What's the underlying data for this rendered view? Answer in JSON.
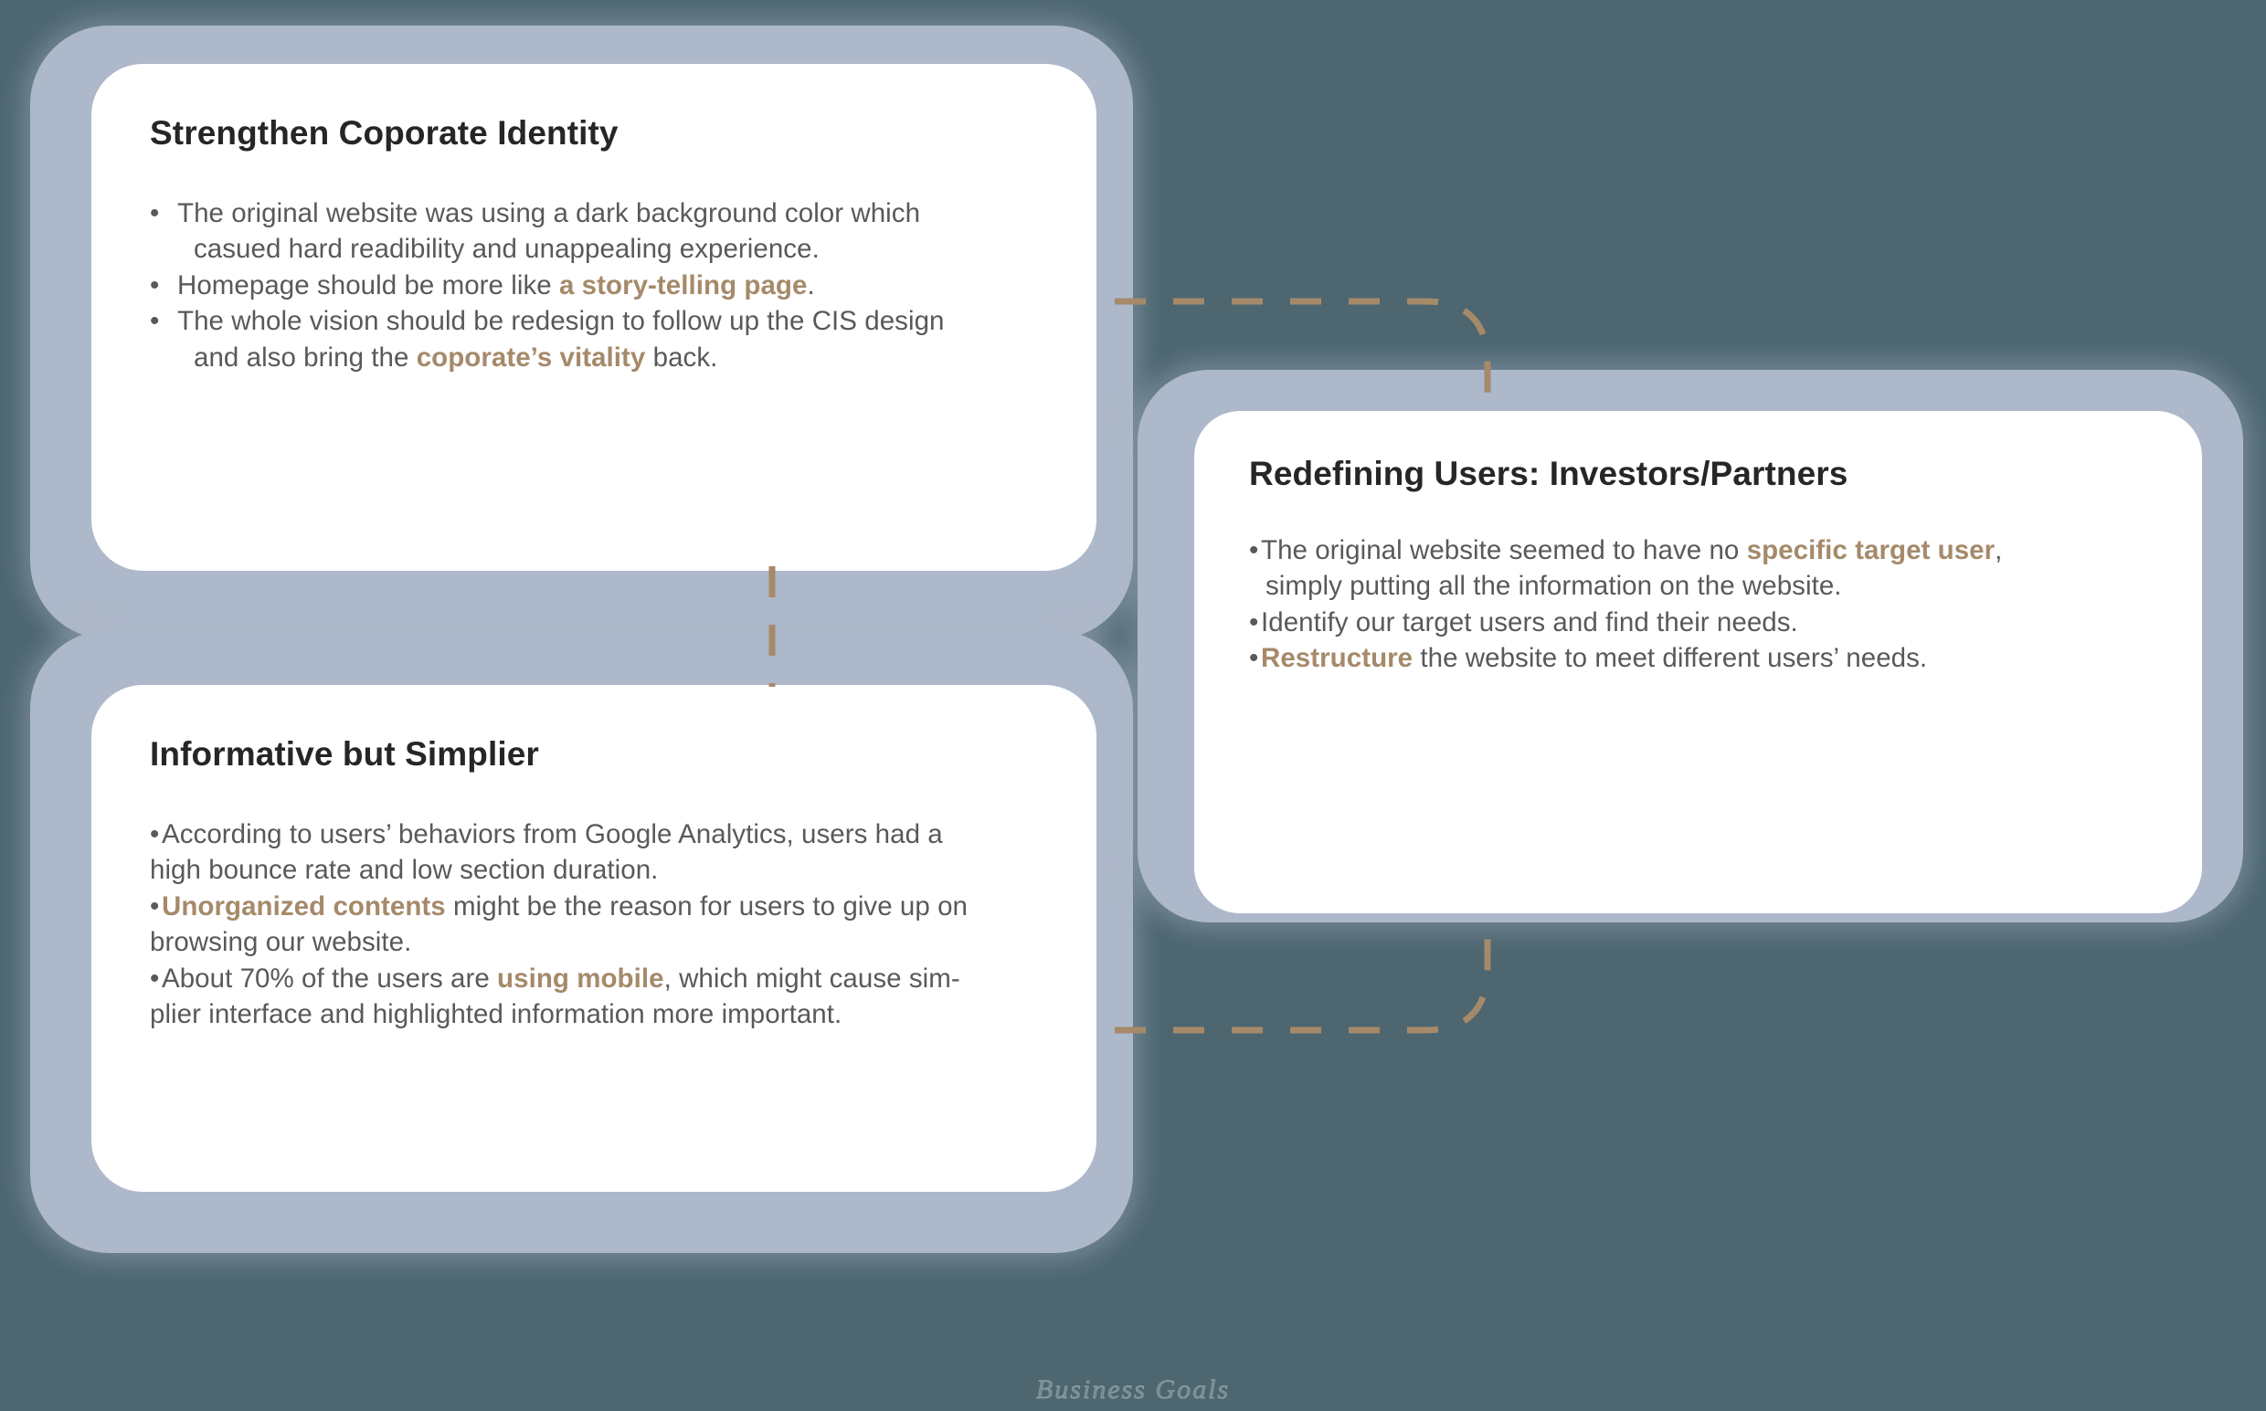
{
  "theme": {
    "background_color": "#4d6670",
    "frame_color": "#adb8ca",
    "card_color": "#ffffff",
    "accent_color": "#a58a6a",
    "title_color": "#262626",
    "body_color": "#595959"
  },
  "watermark": {
    "text": "Business Goals"
  },
  "cards": {
    "strengthen_identity": {
      "title": "Strengthen Coporate Identity",
      "bullets": [
        {
          "lines": [
            [
              {
                "t": "•",
                "style": "dot"
              },
              {
                "t": "The original website was using a dark background color which",
                "style": "plain"
              }
            ],
            [
              {
                "t": "casued hard readibility and unappealing experience.",
                "style": "plain"
              }
            ]
          ]
        },
        {
          "lines": [
            [
              {
                "t": "•",
                "style": "dot"
              },
              {
                "t": "Homepage should be more like ",
                "style": "plain"
              },
              {
                "t": "a story-telling page",
                "style": "highlight"
              },
              {
                "t": ".",
                "style": "plain"
              }
            ]
          ]
        },
        {
          "lines": [
            [
              {
                "t": "•",
                "style": "dot"
              },
              {
                "t": "The whole vision should be redesign to follow up the CIS design",
                "style": "plain"
              }
            ],
            [
              {
                "t": "and also bring the ",
                "style": "plain"
              },
              {
                "t": "coporate’s vitality",
                "style": "highlight"
              },
              {
                "t": " back.",
                "style": "plain"
              }
            ]
          ]
        }
      ]
    },
    "informative_simplier": {
      "title": "Informative but Simplier",
      "bullets": [
        {
          "lines": [
            [
              {
                "t": "•",
                "style": "dot"
              },
              {
                "t": "According to users’ behaviors from Google Analytics, users had a",
                "style": "plain"
              }
            ],
            [
              {
                "t": "high bounce rate and low section duration.",
                "style": "plain"
              }
            ]
          ]
        },
        {
          "lines": [
            [
              {
                "t": "•",
                "style": "dot"
              },
              {
                "t": "Unorganized contents",
                "style": "highlight"
              },
              {
                "t": " might be the reason for users to give up on",
                "style": "plain"
              }
            ],
            [
              {
                "t": "browsing our website.",
                "style": "plain"
              }
            ]
          ]
        },
        {
          "lines": [
            [
              {
                "t": "•",
                "style": "dot"
              },
              {
                "t": "About 70% of the users are ",
                "style": "plain"
              },
              {
                "t": "using mobile",
                "style": "highlight"
              },
              {
                "t": ", which might cause sim-",
                "style": "plain"
              }
            ],
            [
              {
                "t": "plier interface and highlighted information more important.",
                "style": "plain"
              }
            ]
          ]
        }
      ]
    },
    "redefining_users": {
      "title": "Redefining Users: Investors/Partners",
      "bullets": [
        {
          "lines": [
            [
              {
                "t": "•",
                "style": "dot"
              },
              {
                "t": "The original website seemed to have no ",
                "style": "plain"
              },
              {
                "t": "specific target user",
                "style": "highlight"
              },
              {
                "t": ",",
                "style": "plain"
              }
            ],
            [
              {
                "t": "simply putting all the information on the website.",
                "style": "plain"
              }
            ]
          ]
        },
        {
          "lines": [
            [
              {
                "t": "•",
                "style": "dot"
              },
              {
                "t": "Identify our target users and find their needs.",
                "style": "plain"
              }
            ]
          ]
        },
        {
          "lines": [
            [
              {
                "t": "•",
                "style": "dot"
              },
              {
                "t": "Restructure",
                "style": "highlight"
              },
              {
                "t": " the website to meet different users’ needs.",
                "style": "plain"
              }
            ]
          ]
        }
      ]
    }
  },
  "connectors": [
    {
      "name": "top-left-to-right-card",
      "from": "strengthen_identity",
      "to": "redefining_users"
    },
    {
      "name": "left-cards-vertical",
      "from": "strengthen_identity",
      "to": "informative_simplier"
    },
    {
      "name": "bottom-left-to-right-card",
      "from": "informative_simplier",
      "to": "redefining_users"
    }
  ]
}
